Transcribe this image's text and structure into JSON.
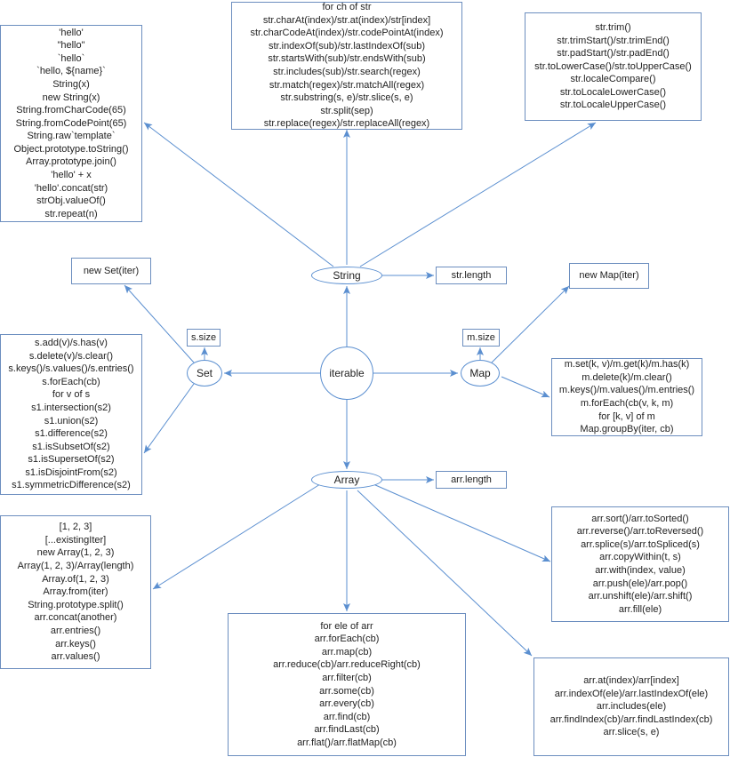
{
  "nodes": {
    "iterable": "iterable",
    "string": "String",
    "set": "Set",
    "map": "Map",
    "array": "Array",
    "str_length": "str.length",
    "arr_length": "arr.length",
    "s_size": "s.size",
    "m_size": "m.size",
    "new_set": "new Set(iter)",
    "new_map": "new Map(iter)"
  },
  "string_create": [
    "'hello'",
    "\"hello\"",
    "`hello`",
    "`hello, ${name}`",
    "String(x)",
    "new String(x)",
    "String.fromCharCode(65)",
    "String.fromCodePoint(65)",
    "String.raw`template`",
    "Object.prototype.toString()",
    "Array.prototype.join()",
    "'hello' + x",
    "'hello'.concat(str)",
    "strObj.valueOf()",
    "str.repeat(n)"
  ],
  "string_access": [
    "for ch of str",
    "str.charAt(index)/str.at(index)/str[index]",
    "str.charCodeAt(index)/str.codePointAt(index)",
    "str.indexOf(sub)/str.lastIndexOf(sub)",
    "str.startsWith(sub)/str.endsWith(sub)",
    "str.includes(sub)/str.search(regex)",
    "str.match(regex)/str.matchAll(regex)",
    "str.substring(s, e)/str.slice(s, e)",
    "str.split(sep)",
    "str.replace(regex)/str.replaceAll(regex)"
  ],
  "string_transform": [
    "str.trim()",
    "str.trimStart()/str.trimEnd()",
    "str.padStart()/str.padEnd()",
    "str.toLowerCase()/str.toUpperCase()",
    "str.localeCompare()",
    "str.toLocaleLowerCase()",
    "str.toLocaleUpperCase()"
  ],
  "set_methods": [
    "s.add(v)/s.has(v)",
    "s.delete(v)/s.clear()",
    "s.keys()/s.values()/s.entries()",
    "s.forEach(cb)",
    "for v of s",
    "s1.intersection(s2)",
    "s1.union(s2)",
    "s1.difference(s2)",
    "s1.isSubsetOf(s2)",
    "s1.isSupersetOf(s2)",
    "s1.isDisjointFrom(s2)",
    "s1.symmetricDifference(s2)"
  ],
  "map_methods": [
    "m.set(k, v)/m.get(k)/m.has(k)",
    "m.delete(k)/m.clear()",
    "m.keys()/m.values()/m.entries()",
    "m.forEach(cb(v, k, m)",
    "for [k, v] of m",
    "Map.groupBy(iter, cb)"
  ],
  "array_create": [
    "[1, 2, 3]",
    "[...existingIter]",
    "new Array(1, 2, 3)",
    "Array(1, 2, 3)/Array(length)",
    "Array.of(1, 2, 3)",
    "Array.from(iter)",
    "String.prototype.split()",
    "arr.concat(another)",
    "arr.entries()",
    "arr.keys()",
    "arr.values()"
  ],
  "array_iterate": [
    "for ele of arr",
    "arr.forEach(cb)",
    "arr.map(cb)",
    "arr.reduce(cb)/arr.reduceRight(cb)",
    "arr.filter(cb)",
    "arr.some(cb)",
    "arr.every(cb)",
    "arr.find(cb)",
    "arr.findLast(cb)",
    "arr.flat()/arr.flatMap(cb)"
  ],
  "array_mutate": [
    "arr.sort()/arr.toSorted()",
    "arr.reverse()/arr.toReversed()",
    "arr.splice(s)/arr.toSpliced(s)",
    "arr.copyWithin(t, s)",
    "arr.with(index, value)",
    "arr.push(ele)/arr.pop()",
    "arr.unshift(ele)/arr.shift()",
    "arr.fill(ele)"
  ],
  "array_search": [
    "arr.at(index)/arr[index]",
    "arr.indexOf(ele)/arr.lastIndexOf(ele)",
    "arr.includes(ele)",
    "arr.findIndex(cb)/arr.findLastIndex(cb)",
    "arr.slice(s, e)"
  ],
  "colors": {
    "border": "#6c8ebf",
    "edge": "#5b8fd0",
    "text": "#222222"
  }
}
